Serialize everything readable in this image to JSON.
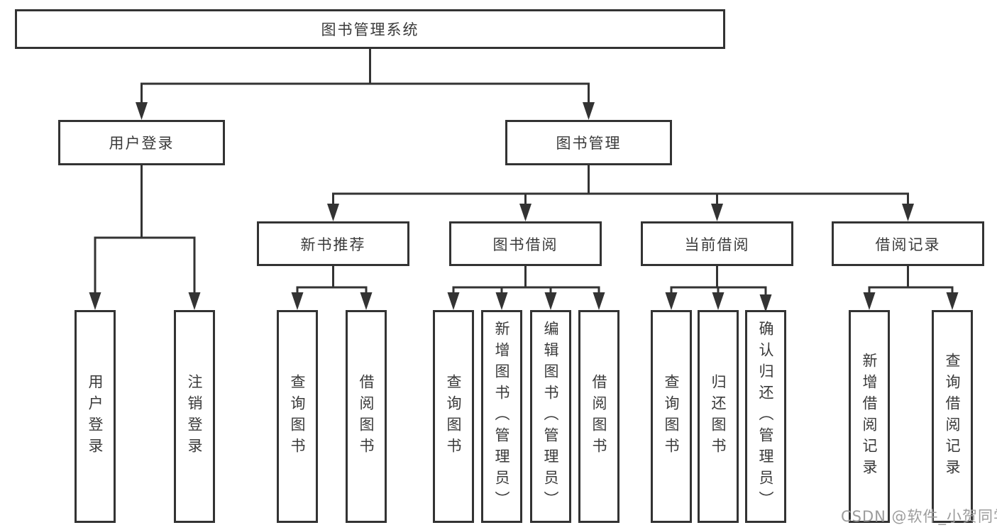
{
  "diagram": {
    "root": {
      "label": "图书管理系统"
    },
    "level2": [
      {
        "label": "用户登录"
      },
      {
        "label": "图书管理"
      }
    ],
    "level3": [
      {
        "label": "新书推荐"
      },
      {
        "label": "图书借阅"
      },
      {
        "label": "当前借阅"
      },
      {
        "label": "借阅记录"
      }
    ],
    "level4": {
      "user_login": [
        {
          "label": "用户登录"
        },
        {
          "label": "注销登录"
        }
      ],
      "new_books": [
        {
          "label": "查询图书"
        },
        {
          "label": "借阅图书"
        }
      ],
      "book_borrow": [
        {
          "label": "查询图书"
        },
        {
          "label": "新增图书（管理员）"
        },
        {
          "label": "编辑图书（管理员）"
        },
        {
          "label": "借阅图书"
        }
      ],
      "current_borrow": [
        {
          "label": "查询图书"
        },
        {
          "label": "归还图书"
        },
        {
          "label": "确认归还（管理员）"
        }
      ],
      "borrow_records": [
        {
          "label": "新增借阅记录"
        },
        {
          "label": "查询借阅记录"
        }
      ]
    },
    "watermark": "CSDN @软件_小贺同学",
    "colors": {
      "line": "#333333",
      "text": "#3a3a3a",
      "watermark": "#9c9c9c",
      "background": "#ffffff"
    }
  }
}
